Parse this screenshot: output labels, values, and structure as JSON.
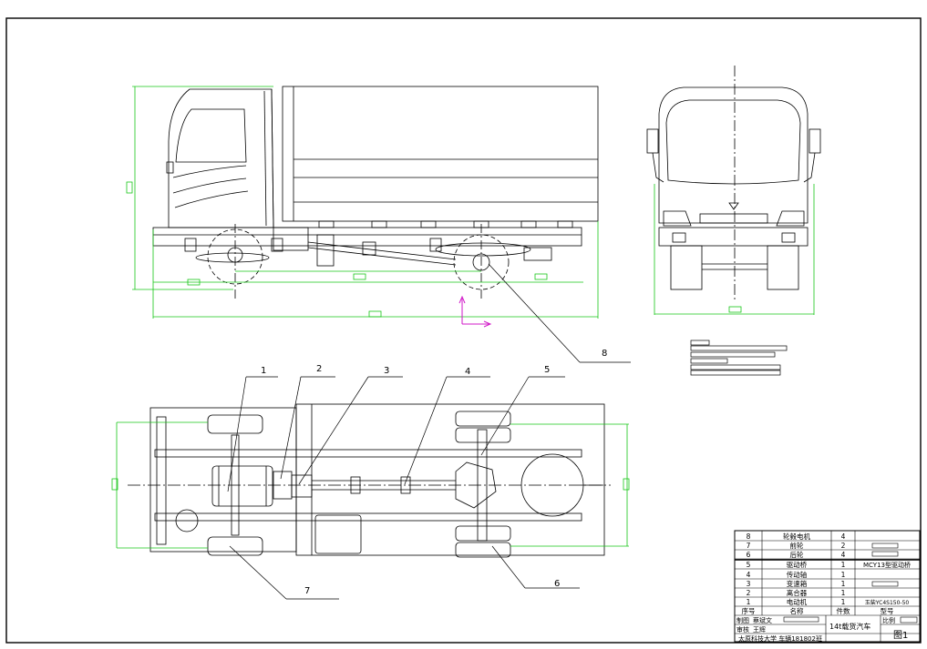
{
  "callouts": [
    "1",
    "2",
    "3",
    "4",
    "5",
    "6",
    "7",
    "8"
  ],
  "title_block": {
    "rows": [
      {
        "no": "8",
        "name": "轮毂电机",
        "qty": "4",
        "spec": ""
      },
      {
        "no": "7",
        "name": "前轮",
        "qty": "2",
        "spec": ""
      },
      {
        "no": "6",
        "name": "后轮",
        "qty": "4",
        "spec": ""
      },
      {
        "no": "5",
        "name": "驱动桥",
        "qty": "1",
        "spec": "MCY13型驱动桥"
      },
      {
        "no": "4",
        "name": "传动轴",
        "qty": "1",
        "spec": ""
      },
      {
        "no": "3",
        "name": "变速箱",
        "qty": "1",
        "spec": ""
      },
      {
        "no": "2",
        "name": "离合器",
        "qty": "1",
        "spec": ""
      },
      {
        "no": "1",
        "name": "电动机",
        "qty": "1",
        "spec": "玉柴YC4S150-50"
      }
    ],
    "header": {
      "no": "序号",
      "name": "名称",
      "qty": "件数",
      "spec": "型号"
    },
    "drawn_label": "制图",
    "drawn_name": "蔡斌文",
    "checked_label": "审核",
    "checked_name": "王辉",
    "school": "太原科技大学 车辆181802班",
    "product": "14t载货汽车",
    "scale_label": "比例",
    "drawing_no": "图1"
  }
}
